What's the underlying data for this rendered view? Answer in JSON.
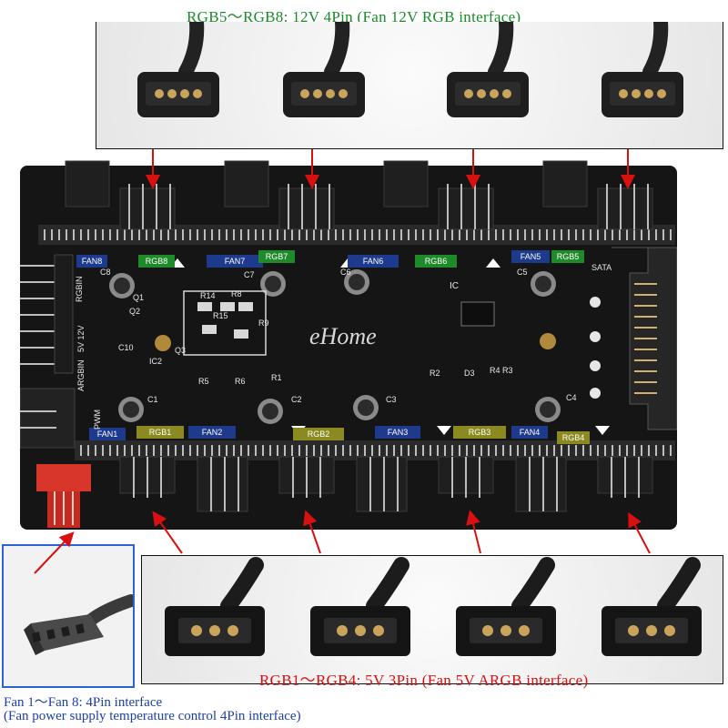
{
  "captions": {
    "top": "RGB5～RGB8: 12V 4Pin (Fan 12V RGB interface)",
    "middle": "RGB1～RGB4: 5V 3Pin (Fan 5V ARGB interface)",
    "bottom_line1": "Fan 1～Fan 8: 4Pin interface",
    "bottom_line2": "(Fan power supply temperature control 4Pin interface)"
  },
  "board": {
    "top_labels": [
      {
        "text": "FAN8",
        "kind": "fan"
      },
      {
        "text": "RGB8",
        "kind": "rgb"
      },
      {
        "text": "FAN7",
        "kind": "fan"
      },
      {
        "text": "RGB7",
        "kind": "rgb"
      },
      {
        "text": "FAN6",
        "kind": "fan"
      },
      {
        "text": "RGB6",
        "kind": "rgb"
      },
      {
        "text": "FAN5",
        "kind": "fan"
      },
      {
        "text": "RGB5",
        "kind": "rgb"
      }
    ],
    "bottom_labels": [
      {
        "text": "FAN1",
        "kind": "fan"
      },
      {
        "text": "RGB1",
        "kind": "rgb-b"
      },
      {
        "text": "FAN2",
        "kind": "fan"
      },
      {
        "text": "RGB2",
        "kind": "rgb-b"
      },
      {
        "text": "FAN3",
        "kind": "fan"
      },
      {
        "text": "RGB3",
        "kind": "rgb-b"
      },
      {
        "text": "FAN4",
        "kind": "fan"
      },
      {
        "text": "RGB4",
        "kind": "rgb-b"
      }
    ],
    "silk": {
      "sata": "SATA",
      "ic": "IC",
      "logo": "eHome",
      "rgbin": "RGBIN",
      "v12": "5V 12V",
      "argbin": "ARGBIN",
      "pwm": "PWM",
      "c1": "C1",
      "c2": "C2",
      "c3": "C3",
      "c4": "C4",
      "c5": "C5",
      "c6": "C6",
      "c7": "C7",
      "c8": "C8",
      "r1": "R1",
      "r2": "R2",
      "r3": "R3",
      "r4": "R4",
      "r5": "R5",
      "r6": "R6",
      "r8": "R8",
      "r9": "R9",
      "r14": "R14",
      "r15": "R15",
      "q1": "Q1",
      "q2": "Q2",
      "q3": "Q3",
      "ic2": "IC2",
      "c10": "C10",
      "d3": "D3"
    }
  },
  "colors": {
    "board": "#151515",
    "pin": "#c9a45a",
    "arrow": "#d81010",
    "caption_top": "#1a8a2a",
    "caption_mid": "#d81010",
    "caption_bottom": "#1c3fa8"
  }
}
